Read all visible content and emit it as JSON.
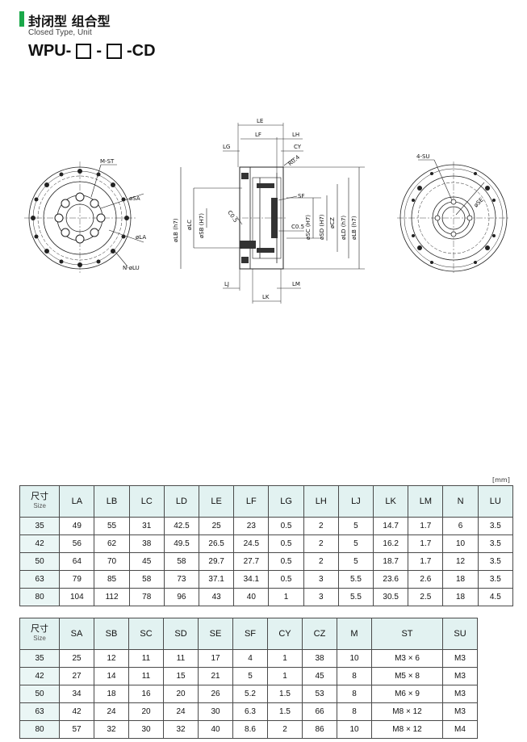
{
  "header": {
    "title_cn": "封闭型 组合型",
    "title_en": "Closed Type, Unit",
    "model_prefix": "WPU-",
    "model_sep": "-",
    "model_suffix": "-CD"
  },
  "drawing_labels": {
    "left": [
      "M-ST",
      "øSA",
      "øLA",
      "N-øLU"
    ],
    "middle": [
      "LE",
      "LF",
      "LH",
      "LG",
      "CY",
      "R0.4",
      "SF",
      "C0.5",
      "C0.5",
      "øLB (h7)",
      "øLC",
      "øSB (H7)",
      "øSC (H7)",
      "øSD (H7)",
      "øCZ",
      "øLD (h7)",
      "øLB (h7)",
      "LJ",
      "LM",
      "LK"
    ],
    "right": [
      "4-SU",
      "øSE"
    ]
  },
  "unit": "[mm]",
  "table1": {
    "size_cn": "尺寸",
    "size_en": "Size",
    "headers": [
      "LA",
      "LB",
      "LC",
      "LD",
      "LE",
      "LF",
      "LG",
      "LH",
      "LJ",
      "LK",
      "LM",
      "N",
      "LU"
    ],
    "rows": [
      [
        "35",
        "49",
        "55",
        "31",
        "42.5",
        "25",
        "23",
        "0.5",
        "2",
        "5",
        "14.7",
        "1.7",
        "6",
        "3.5"
      ],
      [
        "42",
        "56",
        "62",
        "38",
        "49.5",
        "26.5",
        "24.5",
        "0.5",
        "2",
        "5",
        "16.2",
        "1.7",
        "10",
        "3.5"
      ],
      [
        "50",
        "64",
        "70",
        "45",
        "58",
        "29.7",
        "27.7",
        "0.5",
        "2",
        "5",
        "18.7",
        "1.7",
        "12",
        "3.5"
      ],
      [
        "63",
        "79",
        "85",
        "58",
        "73",
        "37.1",
        "34.1",
        "0.5",
        "3",
        "5.5",
        "23.6",
        "2.6",
        "18",
        "3.5"
      ],
      [
        "80",
        "104",
        "112",
        "78",
        "96",
        "43",
        "40",
        "1",
        "3",
        "5.5",
        "30.5",
        "2.5",
        "18",
        "4.5"
      ]
    ]
  },
  "table2": {
    "size_cn": "尺寸",
    "size_en": "Size",
    "headers": [
      "SA",
      "SB",
      "SC",
      "SD",
      "SE",
      "SF",
      "CY",
      "CZ",
      "M",
      "ST",
      "SU"
    ],
    "rows": [
      [
        "35",
        "25",
        "12",
        "11",
        "11",
        "17",
        "4",
        "1",
        "38",
        "10",
        "M3 × 6",
        "M3"
      ],
      [
        "42",
        "27",
        "14",
        "11",
        "15",
        "21",
        "5",
        "1",
        "45",
        "8",
        "M5 × 8",
        "M3"
      ],
      [
        "50",
        "34",
        "18",
        "16",
        "20",
        "26",
        "5.2",
        "1.5",
        "53",
        "8",
        "M6 × 9",
        "M3"
      ],
      [
        "63",
        "42",
        "24",
        "20",
        "24",
        "30",
        "6.3",
        "1.5",
        "66",
        "8",
        "M8 × 12",
        "M3"
      ],
      [
        "80",
        "57",
        "32",
        "30",
        "32",
        "40",
        "8.6",
        "2",
        "86",
        "10",
        "M8 × 12",
        "M4"
      ]
    ]
  }
}
